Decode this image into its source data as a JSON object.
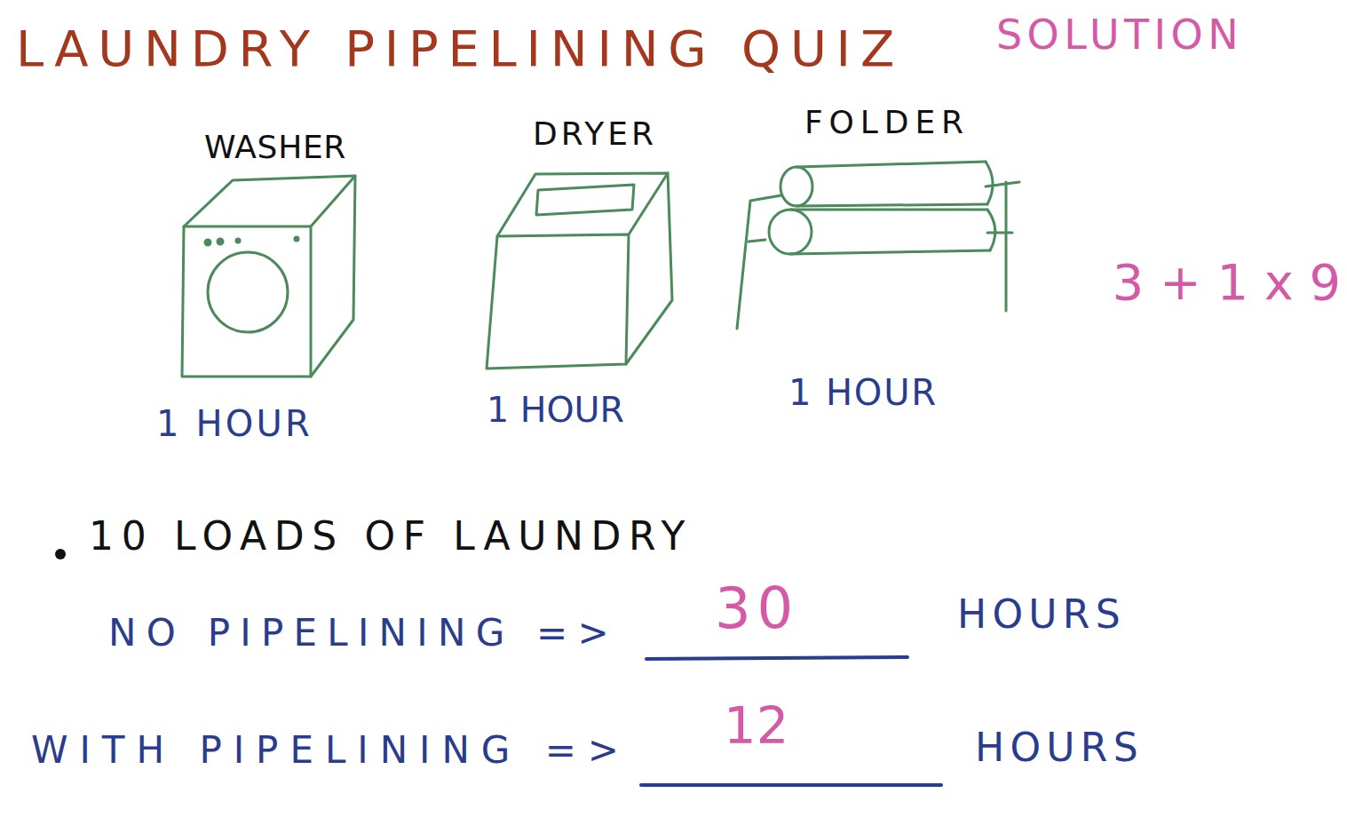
{
  "diagram": {
    "title": "LAUNDRY PIPELINING QUIZ",
    "labels": [
      "SOLUTION",
      "WASHER",
      "DRYER",
      "FOLDER",
      "1 HOUR",
      "1 HOUR",
      "1 HOUR",
      "3 + 1 x 9",
      "10 LOADS OF LAUNDRY",
      "NO PIPELINING =>",
      "30",
      "HOURS",
      "WITH PIPELINING =>",
      "12",
      "HOURS"
    ]
  }
}
